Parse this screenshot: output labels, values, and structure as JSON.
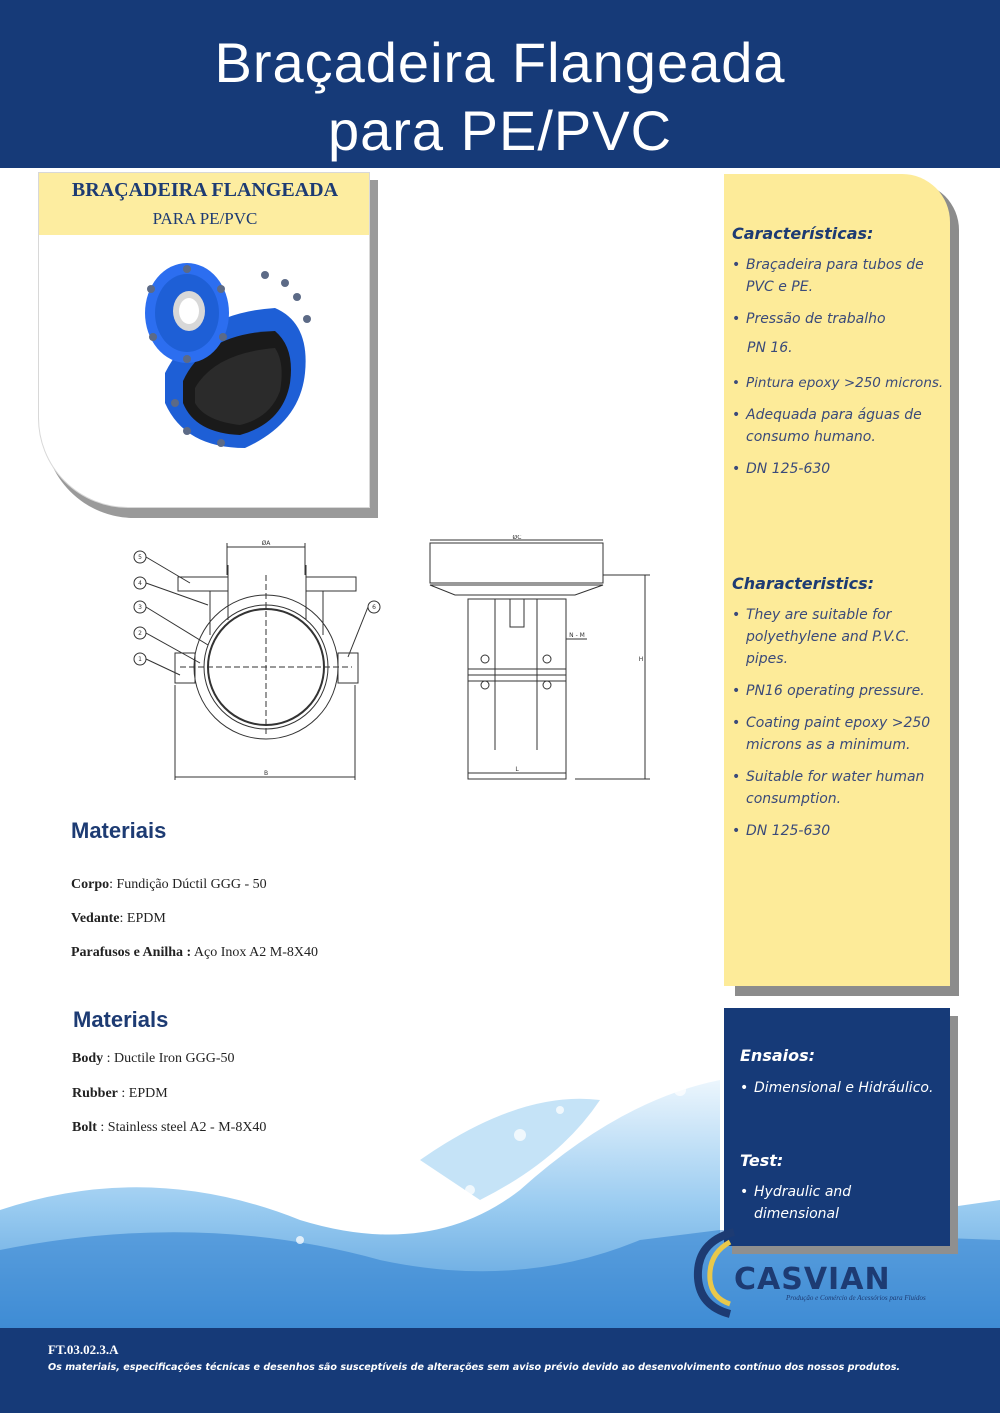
{
  "header": {
    "title_line1": "Braçadeira Flangeada",
    "title_line2": "para PE/PVC"
  },
  "card": {
    "title": "BRAÇADEIRA FLANGEADA",
    "subtitle": "PARA PE/PVC"
  },
  "colors": {
    "primary_blue": "#163a78",
    "yellow_panel": "#fdeb99",
    "card_title_bg": "#fdeda0",
    "product_blue": "#1e5fd6"
  },
  "drawing_labels": {
    "callouts": [
      "5",
      "4",
      "3",
      "2",
      "1",
      "6"
    ],
    "front_top": "ØA",
    "front_bottom": "B",
    "side_top": "ØC",
    "side_bottom": "L",
    "side_right": "H",
    "side_thread": "N - M"
  },
  "materiais": {
    "title": "Materiais",
    "items": [
      {
        "label": "Corpo",
        "sep": ": ",
        "value": "Fundição Dúctil GGG - 50"
      },
      {
        "label": "Vedante",
        "sep": ": ",
        "value": "EPDM"
      },
      {
        "label": "Parafusos e Anilha :",
        "sep": " ",
        "value": "Aço Inox A2 M-8X40"
      }
    ]
  },
  "materials": {
    "title": "Materials",
    "items": [
      {
        "label": "Body",
        "sep": " : ",
        "value": "Ductile Iron GGG-50"
      },
      {
        "label": "Rubber",
        "sep": " : ",
        "value": "EPDM"
      },
      {
        "label": "Bolt",
        "sep": " : ",
        "value": "Stainless steel A2 -  M-8X40"
      }
    ]
  },
  "caracteristicas": {
    "title": "Características:",
    "items": [
      "Braçadeira  para tubos de PVC e PE.",
      "Pressão de trabalho",
      "Pintura epoxy >250 microns.",
      "Adequada para águas de consumo humano.",
      "DN 125-630"
    ],
    "pressure_value": "PN 16."
  },
  "characteristics": {
    "title": "Characteristics:",
    "items": [
      "They are suitable for polyethylene and P.V.C. pipes.",
      "PN16 operating pressure.",
      "Coating paint epoxy >250 microns as a minimum.",
      "Suitable for water human consumption.",
      "DN 125-630"
    ]
  },
  "ensaios": {
    "title": "Ensaios:",
    "items": [
      "Dimensional e Hidráulico."
    ]
  },
  "test": {
    "title": "Test:",
    "items": [
      "Hydraulic  and dimensional"
    ]
  },
  "logo": {
    "name": "CASVIAN",
    "tagline": "Produção e Comércio de Acessórios para Fluidos"
  },
  "footer": {
    "code": "FT.03.02.3.A",
    "note": "Os materiais, especificações técnicas e desenhos são susceptíveis de alterações sem aviso prévio devido ao desenvolvimento contínuo dos nossos produtos."
  }
}
